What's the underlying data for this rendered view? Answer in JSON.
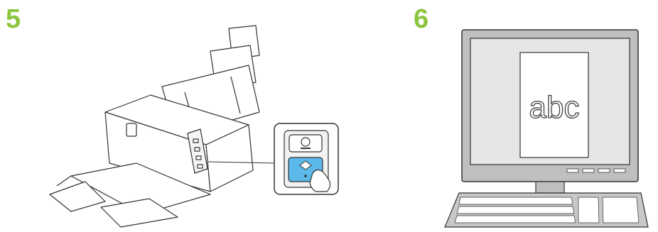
{
  "steps": {
    "scanner_step": "5",
    "computer_step": "6"
  },
  "monitor": {
    "document_text": "abc"
  },
  "colors": {
    "step_number": "#8cc63f",
    "start_button": "#5bb8e8",
    "outline": "#333333",
    "monitor_bezel": "#bfbfbf",
    "screen": "#e6e6e6"
  },
  "icons": {
    "stop_button": "stop-icon",
    "start_button": "start-icon"
  }
}
